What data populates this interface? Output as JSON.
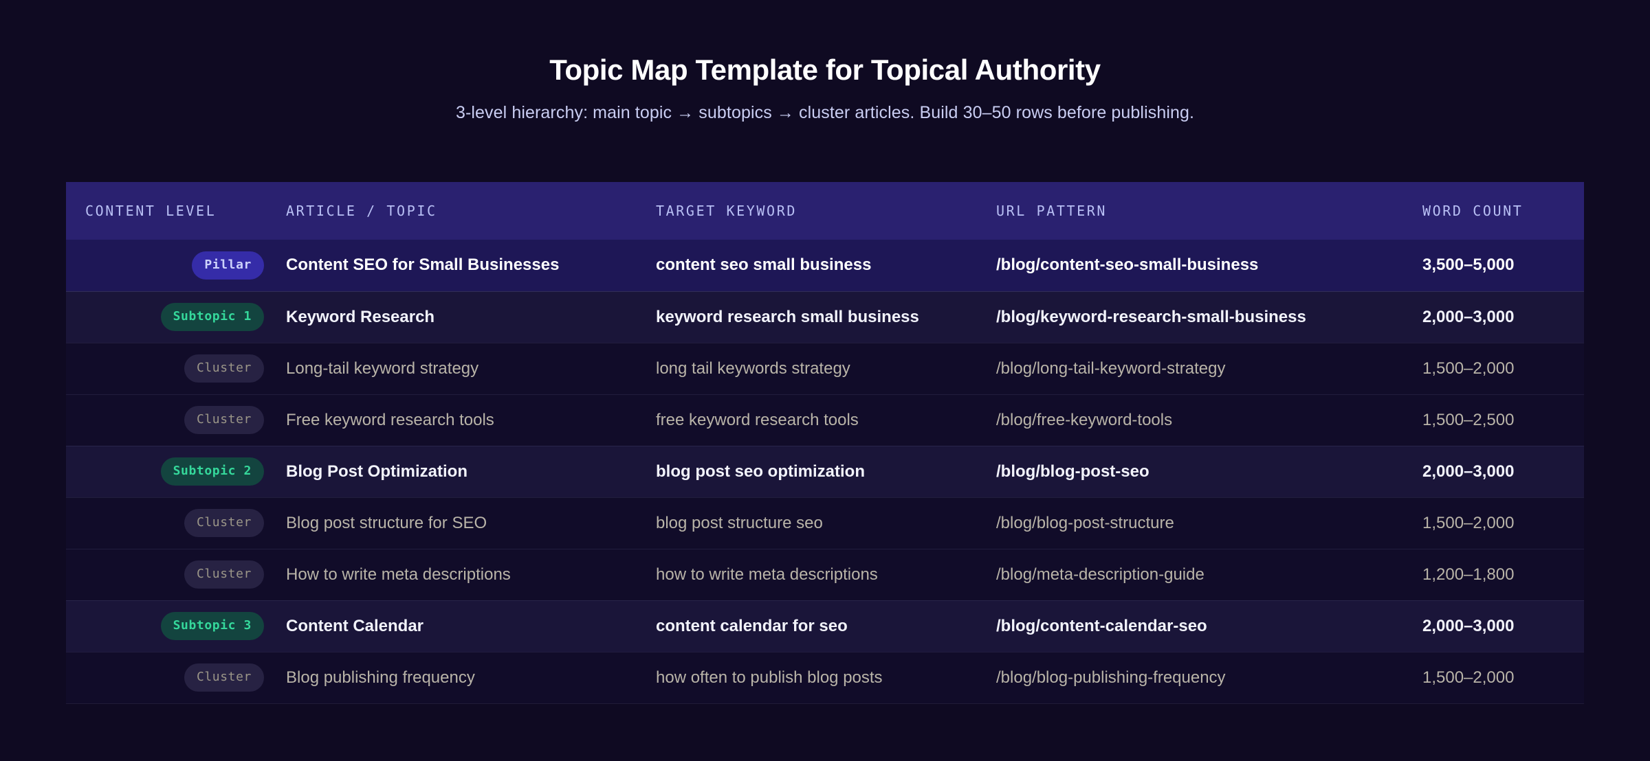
{
  "header": {
    "title": "Topic Map Template for Topical Authority",
    "subtitle": "3-level hierarchy: main topic → subtopics → cluster articles. Build 30–50 rows before publishing."
  },
  "colors": {
    "page_background": "#0f0a22",
    "table_header_background": "#2a2170",
    "table_header_text": "#b9c0f5",
    "pillar_row_background": "#1e1756",
    "subtopic_row_background": "#1a1539",
    "cluster_row_background": "#110c29",
    "badge_pillar_background": "#352ca8",
    "badge_pillar_text": "#cdd2fb",
    "badge_subtopic_background": "#13443f",
    "badge_subtopic_text": "#35d89b",
    "badge_cluster_background": "#272243",
    "badge_cluster_text": "#9b9688",
    "title_text": "#ffffff",
    "subtitle_text": "#c9cdf2",
    "cluster_text": "#b9b4a8",
    "row_divider": "rgba(150,150,200,0.13)"
  },
  "table": {
    "columns": [
      "CONTENT LEVEL",
      "ARTICLE / TOPIC",
      "TARGET KEYWORD",
      "URL PATTERN",
      "WORD COUNT"
    ],
    "rows": [
      {
        "level": "Pillar",
        "level_type": "pillar",
        "article": "Content SEO for Small Businesses",
        "keyword": "content seo small business",
        "url": "/blog/content-seo-small-business",
        "words": "3,500–5,000"
      },
      {
        "level": "Subtopic 1",
        "level_type": "subtopic",
        "article": "Keyword Research",
        "keyword": "keyword research small business",
        "url": "/blog/keyword-research-small-business",
        "words": "2,000–3,000"
      },
      {
        "level": "Cluster",
        "level_type": "cluster",
        "article": "Long-tail keyword strategy",
        "keyword": "long tail keywords strategy",
        "url": "/blog/long-tail-keyword-strategy",
        "words": "1,500–2,000"
      },
      {
        "level": "Cluster",
        "level_type": "cluster",
        "article": "Free keyword research tools",
        "keyword": "free keyword research tools",
        "url": "/blog/free-keyword-tools",
        "words": "1,500–2,500"
      },
      {
        "level": "Subtopic 2",
        "level_type": "subtopic",
        "article": "Blog Post Optimization",
        "keyword": "blog post seo optimization",
        "url": "/blog/blog-post-seo",
        "words": "2,000–3,000"
      },
      {
        "level": "Cluster",
        "level_type": "cluster",
        "article": "Blog post structure for SEO",
        "keyword": "blog post structure seo",
        "url": "/blog/blog-post-structure",
        "words": "1,500–2,000"
      },
      {
        "level": "Cluster",
        "level_type": "cluster",
        "article": "How to write meta descriptions",
        "keyword": "how to write meta descriptions",
        "url": "/blog/meta-description-guide",
        "words": "1,200–1,800"
      },
      {
        "level": "Subtopic 3",
        "level_type": "subtopic",
        "article": "Content Calendar",
        "keyword": "content calendar for seo",
        "url": "/blog/content-calendar-seo",
        "words": "2,000–3,000"
      },
      {
        "level": "Cluster",
        "level_type": "cluster",
        "article": "Blog publishing frequency",
        "keyword": "how often to publish blog posts",
        "url": "/blog/blog-publishing-frequency",
        "words": "1,500–2,000"
      }
    ]
  }
}
